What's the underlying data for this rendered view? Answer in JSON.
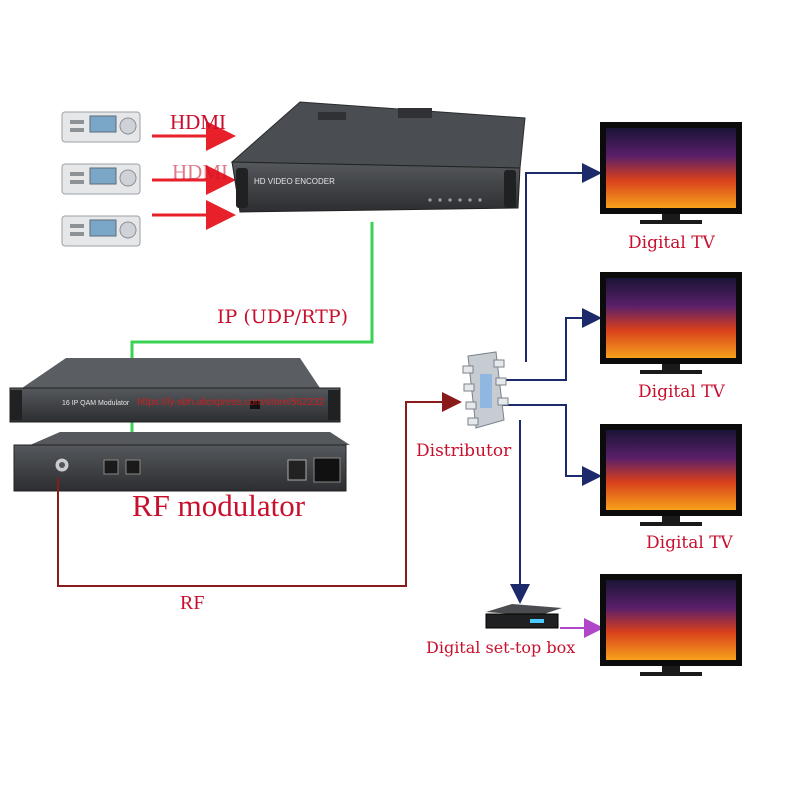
{
  "labels": {
    "hdmi_1": "HDMI",
    "hdmi_2": "HDMI",
    "encoder_faceplate": "HD VIDEO ENCODER",
    "ip_link": "IP (UDP/RTP)",
    "modulator_faceplate": "16 IP QAM Modulator",
    "rf_modulator": "RF modulator",
    "rf_link": "RF",
    "distributor": "Distributor",
    "tv_1": "Digital TV",
    "tv_2": "Digital TV",
    "tv_3": "Digital TV",
    "set_top_box": "Digital set-top box",
    "watermark": "https://ly-sbh.aliexpress.com/store/562232"
  },
  "colors": {
    "hdmi_arrow": "#e8202a",
    "ip_link": "#39d353",
    "rf_link": "#8b1a1a",
    "distribution": "#1c2a6b",
    "stb_to_tv": "#b046c8",
    "device_body": "#3b3d40",
    "label_red": "#c8102e"
  },
  "icons": {
    "source": "satellite-receiver-icon",
    "encoder": "rack-encoder-icon",
    "modulator": "rack-modulator-icon",
    "splitter": "rf-splitter-icon",
    "tv": "television-icon",
    "stb": "set-top-box-icon"
  }
}
